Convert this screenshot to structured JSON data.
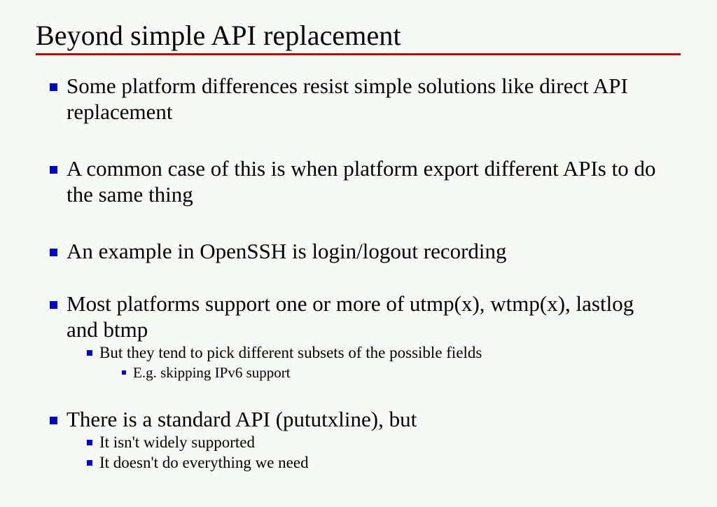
{
  "slide": {
    "title": "Beyond simple API replacement",
    "title_rule_color": "#b00000",
    "background_color": "#f6fbf7",
    "bullet_color": "#0000c8",
    "text_color": "#000000",
    "bullets": [
      {
        "level": 1,
        "text": "Some platform differences resist simple solutions like direct API replacement"
      },
      {
        "level": 1,
        "text": "A common case of this is when platform export different APIs to do the same thing"
      },
      {
        "level": 1,
        "text": "An example in OpenSSH is login/logout recording"
      },
      {
        "level": 1,
        "text": "Most platforms support one or more of utmp(x), wtmp(x), lastlog and btmp"
      },
      {
        "level": 2,
        "text": "But they tend to pick different subsets of the possible fields"
      },
      {
        "level": 3,
        "text": "E.g. skipping IPv6 support"
      },
      {
        "level": 1,
        "text": "There is a standard API (pututxline), but"
      },
      {
        "level": 2,
        "text": "It isn't widely supported"
      },
      {
        "level": 2,
        "text": "It doesn't do everything we need"
      }
    ]
  }
}
